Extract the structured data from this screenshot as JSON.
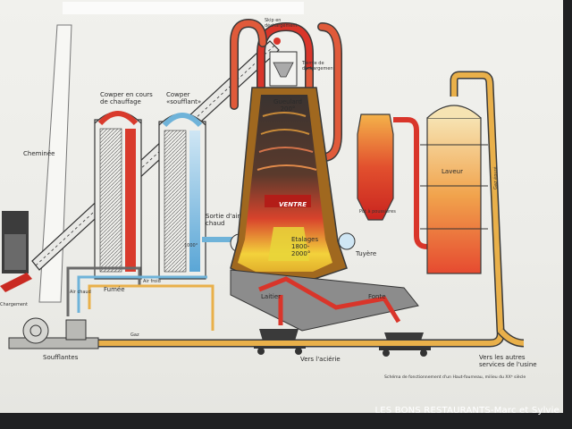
{
  "diagram": {
    "labels": {
      "chimney": "Cheminée",
      "cowper_heating": "Cowper en cours de chauffage",
      "cowper_blowing": "Cowper «soufflant»",
      "loading_skip": "Skip en déchargement",
      "loading_hopper": "Trémie de déchargement",
      "throat": "Gueulard 200°",
      "belly": "VENTRE",
      "hot_air_outlet": "Sortie d'air chaud",
      "air_temp": "1000°",
      "bosh": "Etalages 1800-2000°",
      "tuyere": "Tuyère",
      "crucible": "Laitier",
      "cast_iron": "Fonte",
      "dust_catcher": "Pot à poussières",
      "scrubber": "Laveur",
      "gas_tube": "Gaz épuré",
      "fumes": "Fumée",
      "gas": "Gaz",
      "hot_air": "Air chaud",
      "cold_air": "Air froid",
      "loading": "Chargement",
      "blowers": "Soufflantes",
      "to_steelworks": "Vers l'aciérie",
      "to_services": "Vers les autres services de l'usine"
    },
    "caption": "Schéma de fonctionnement d'un Haut-fourneau, milieu du XXᵉ siècle",
    "watermark": "LES BONS RESTAURANTS-Marc et Sylvie",
    "colors": {
      "hot": "#d9352a",
      "warm": "#f0a13a",
      "cool": "#6fb3d9",
      "gas": "#e9b04a",
      "outline": "#3a3a3a",
      "furnace_shell": "#a0681f"
    }
  }
}
